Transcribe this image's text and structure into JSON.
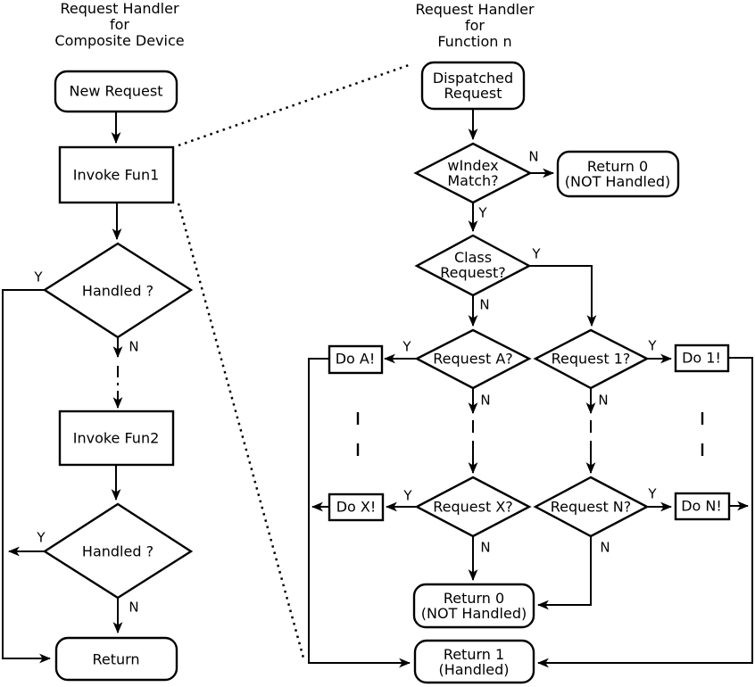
{
  "diagram": {
    "left_chart": {
      "title": "Request Handler\nfor\nComposite Device",
      "nodes": {
        "new_request": "New Request",
        "invoke_fun1": "Invoke Fun1",
        "handled_1": "Handled ?",
        "invoke_fun2": "Invoke Fun2",
        "handled_2": "Handled ?",
        "return": "Return"
      },
      "branch_labels": {
        "handled_1_yes": "Y",
        "handled_1_no": "N",
        "handled_2_yes": "Y",
        "handled_2_no": "N"
      }
    },
    "right_chart": {
      "title": "Request Handler\nfor\nFunction n",
      "nodes": {
        "dispatched_request": "Dispatched\nRequest",
        "windex_match": "wIndex\nMatch?",
        "return_0_top": "Return 0\n(NOT Handled)",
        "class_request": "Class\nRequest?",
        "request_a": "Request A?",
        "do_a": "Do A!",
        "request_1": "Request 1?",
        "do_1": "Do 1!",
        "request_x": "Request X?",
        "do_x": "Do X!",
        "request_n": "Request N?",
        "do_n": "Do N!",
        "return_0_bottom": "Return 0\n(NOT Handled)",
        "return_1": "Return 1\n(Handled)"
      },
      "branch_labels": {
        "windex_no": "N",
        "windex_yes": "Y",
        "class_yes": "Y",
        "class_no": "N",
        "request_a_yes": "Y",
        "request_a_no": "N",
        "request_1_yes": "Y",
        "request_1_no": "N",
        "request_x_yes": "Y",
        "request_x_no": "N",
        "request_n_yes": "Y",
        "request_n_no": "N"
      }
    },
    "colors": {
      "ink": "#000000",
      "background": "#ffffff"
    }
  }
}
